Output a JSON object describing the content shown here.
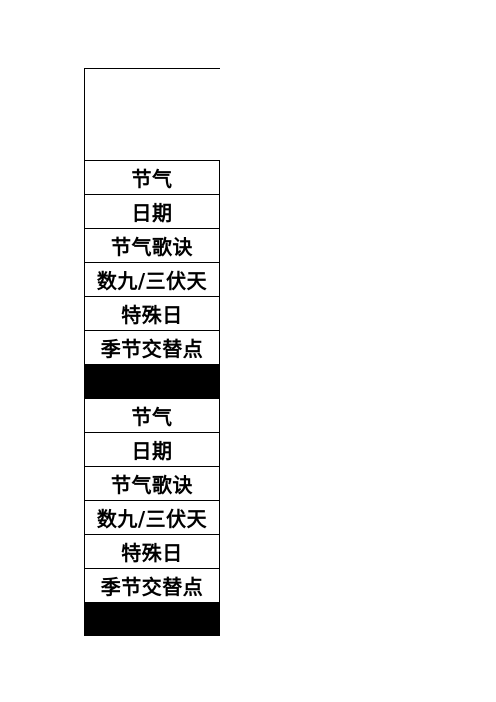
{
  "blocks": [
    {
      "rows": [
        "节气",
        "日期",
        "节气歌诀",
        "数九/三伏天",
        "特殊日",
        "季节交替点"
      ]
    },
    {
      "rows": [
        "节气",
        "日期",
        "节气歌诀",
        "数九/三伏天",
        "特殊日",
        "季节交替点"
      ]
    }
  ],
  "colors": {
    "border": "#000000",
    "separator_fill": "#000000",
    "background": "#ffffff"
  }
}
